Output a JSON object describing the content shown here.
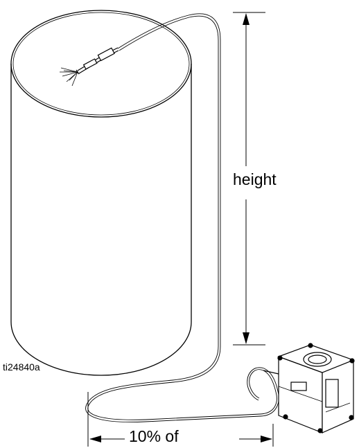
{
  "diagram": {
    "height_label": "height",
    "width_label": "10% of",
    "reference_id": "ti24840a",
    "line_color": "#000000",
    "background_color": "#ffffff"
  }
}
